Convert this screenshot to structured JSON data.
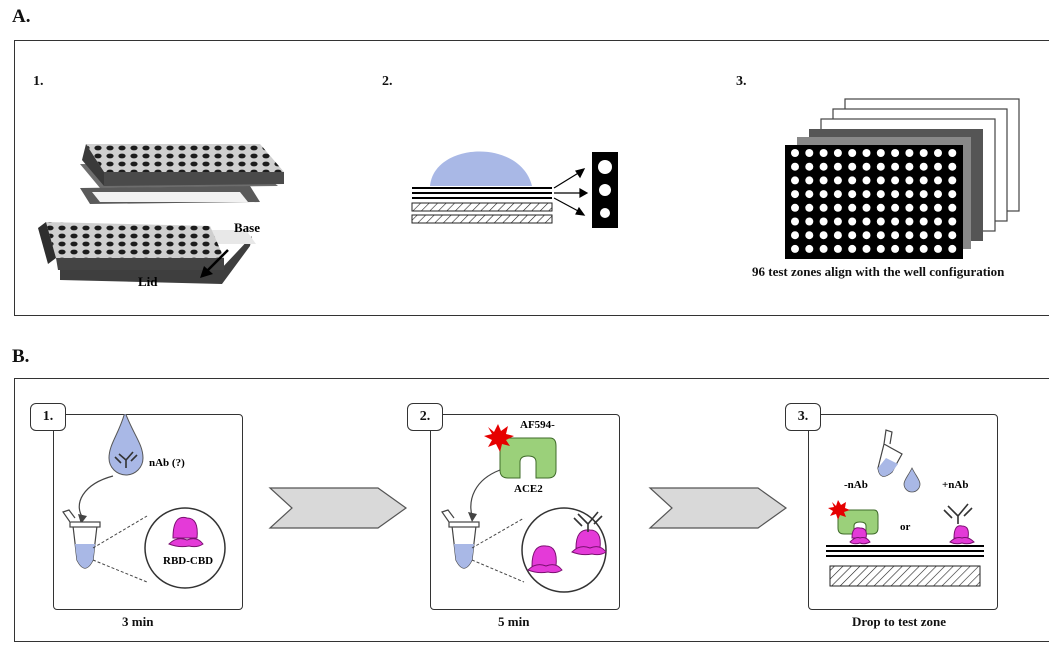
{
  "section_a": {
    "title": "A.",
    "panel1": {
      "num": "1.",
      "base_label": "Base",
      "lid_label": "Lid"
    },
    "panel2": {
      "num": "2."
    },
    "panel3": {
      "num": "3.",
      "caption": "96 test zones align with the well configuration"
    }
  },
  "section_b": {
    "title": "B.",
    "step1": {
      "num": "1.",
      "nab_label": "nAb (?)",
      "rbd_label": "RBD-CBD",
      "time": "3 min"
    },
    "step2": {
      "num": "2.",
      "af_label": "AF594-",
      "ace_label": "ACE2",
      "time": "5 min"
    },
    "step3": {
      "num": "3.",
      "neg_label": "-nAb",
      "or_label": "or",
      "pos_label": "+nAb",
      "caption": "Drop to test zone"
    }
  },
  "colors": {
    "droplet_blue": "#a9b8e6",
    "ace2_green": "#9bd07a",
    "rbd_magenta": "#e43ad8",
    "af594_red": "#e60000",
    "arrow_grey": "#d9d9d9",
    "sheet_black": "#000000"
  }
}
